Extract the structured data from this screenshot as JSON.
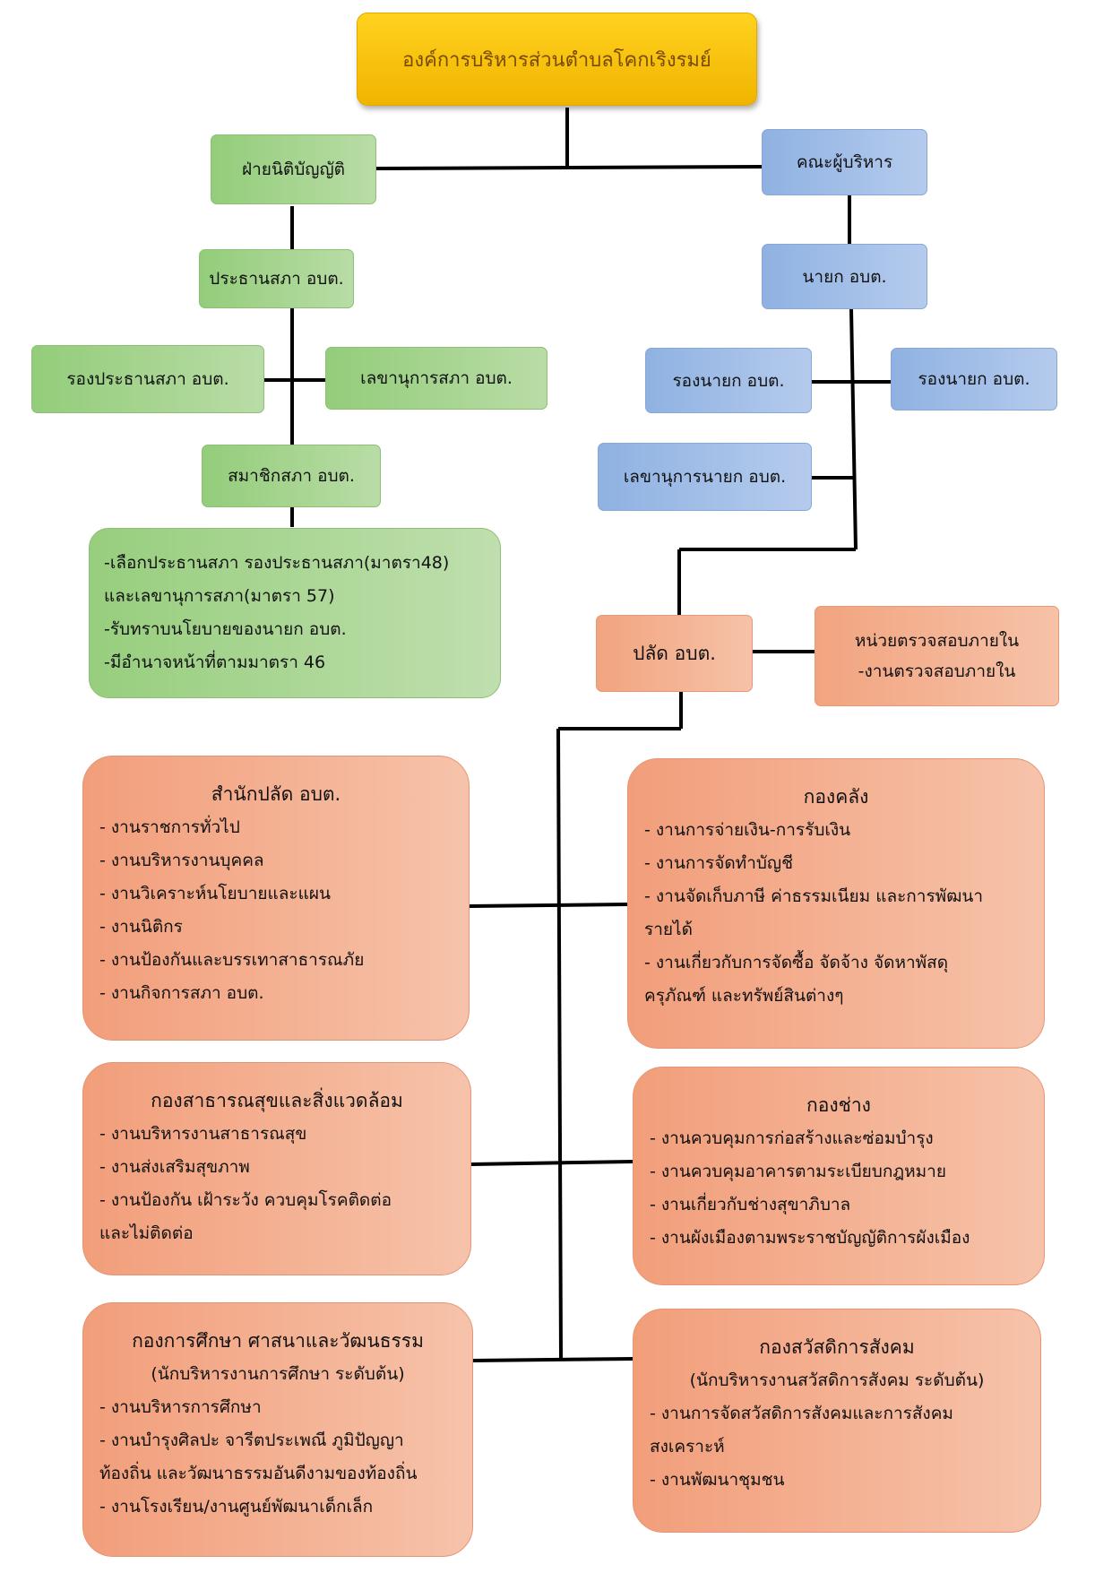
{
  "org_title": "องค์การบริหารส่วนตำบลโคกเริงรมย์",
  "legislative": {
    "head": "ฝ่ายนิติบัญญัติ",
    "president": "ประธานสภา อบต.",
    "vice_president": "รองประธานสภา อบต.",
    "secretary": "เลขานุการสภา อบต.",
    "members": "สมาชิกสภา อบต.",
    "duties": [
      "-เลือกประธานสภา รองประธานสภา(มาตรา48)",
      "และเลขานุการสภา(มาตรา 57)",
      "-รับทราบนโยบายของนายก อบต.",
      "-มีอำนาจหน้าที่ตามมาตรา 46"
    ]
  },
  "executive": {
    "head": "คณะผู้บริหาร",
    "mayor": "นายก อบต.",
    "deputy_1": "รองนายก อบต.",
    "deputy_2": "รองนายก อบต.",
    "secretary": "เลขานุการนายก อบต."
  },
  "palad": "ปลัด อบต.",
  "audit": {
    "line1": "หน่วยตรวจสอบภายใน",
    "line2": "-งานตรวจสอบภายใน"
  },
  "divisions": {
    "office": {
      "title": "สำนักปลัด อบต.",
      "items": [
        "- งานราชการทั่วไป",
        "- งานบริหารงานบุคคล",
        "- งานวิเคราะห์นโยบายและแผน",
        "- งานนิติกร",
        "- งานป้องกันและบรรเทาสาธารณภัย",
        "- งานกิจการสภา อบต."
      ]
    },
    "finance": {
      "title": "กองคลัง",
      "items": [
        "- งานการจ่ายเงิน-การรับเงิน",
        "- งานการจัดทำบัญชี",
        "- งานจัดเก็บภาษี ค่าธรรมเนียม และการพัฒนา",
        "รายได้",
        "- งานเกี่ยวกับการจัดซื้อ จัดจ้าง จัดหาพัสดุ",
        "ครุภัณฑ์ และทรัพย์สินต่างๆ"
      ]
    },
    "health": {
      "title": "กองสาธารณสุขและสิ่งแวดล้อม",
      "items": [
        "- งานบริหารงานสาธารณสุข",
        "- งานส่งเสริมสุขภาพ",
        "- งานป้องกัน เฝ้าระวัง ควบคุมโรคติดต่อ",
        "และไม่ติดต่อ"
      ]
    },
    "engineering": {
      "title": "กองช่าง",
      "items": [
        "- งานควบคุมการก่อสร้างและซ่อมบำรุง",
        "- งานควบคุมอาคารตามระเบียบกฎหมาย",
        "- งานเกี่ยวกับช่างสุขาภิบาล",
        "- งานผังเมืองตามพระราชบัญญัติการผังเมือง"
      ]
    },
    "education": {
      "title": "กองการศึกษา ศาสนาและวัฒนธรรม",
      "subtitle": "(นักบริหารงานการศึกษา ระดับต้น)",
      "items": [
        "- งานบริหารการศึกษา",
        "- งานบำรุงศิลปะ จารีตประเพณี ภูมิปัญญา",
        "ท้องถิ่น และวัฒนาธรรมอันดีงามของท้องถิ่น",
        "- งานโรงเรียน/งานศูนย์พัฒนาเด็กเล็ก"
      ]
    },
    "welfare": {
      "title": "กองสวัสดิการสังคม",
      "subtitle": "(นักบริหารงานสวัสดิการสังคม ระดับต้น)",
      "items": [
        "- งานการจัดสวัสดิการสังคมและการสังคม",
        "สงเคราะห์",
        "- งานพัฒนาชุมชน"
      ]
    }
  }
}
